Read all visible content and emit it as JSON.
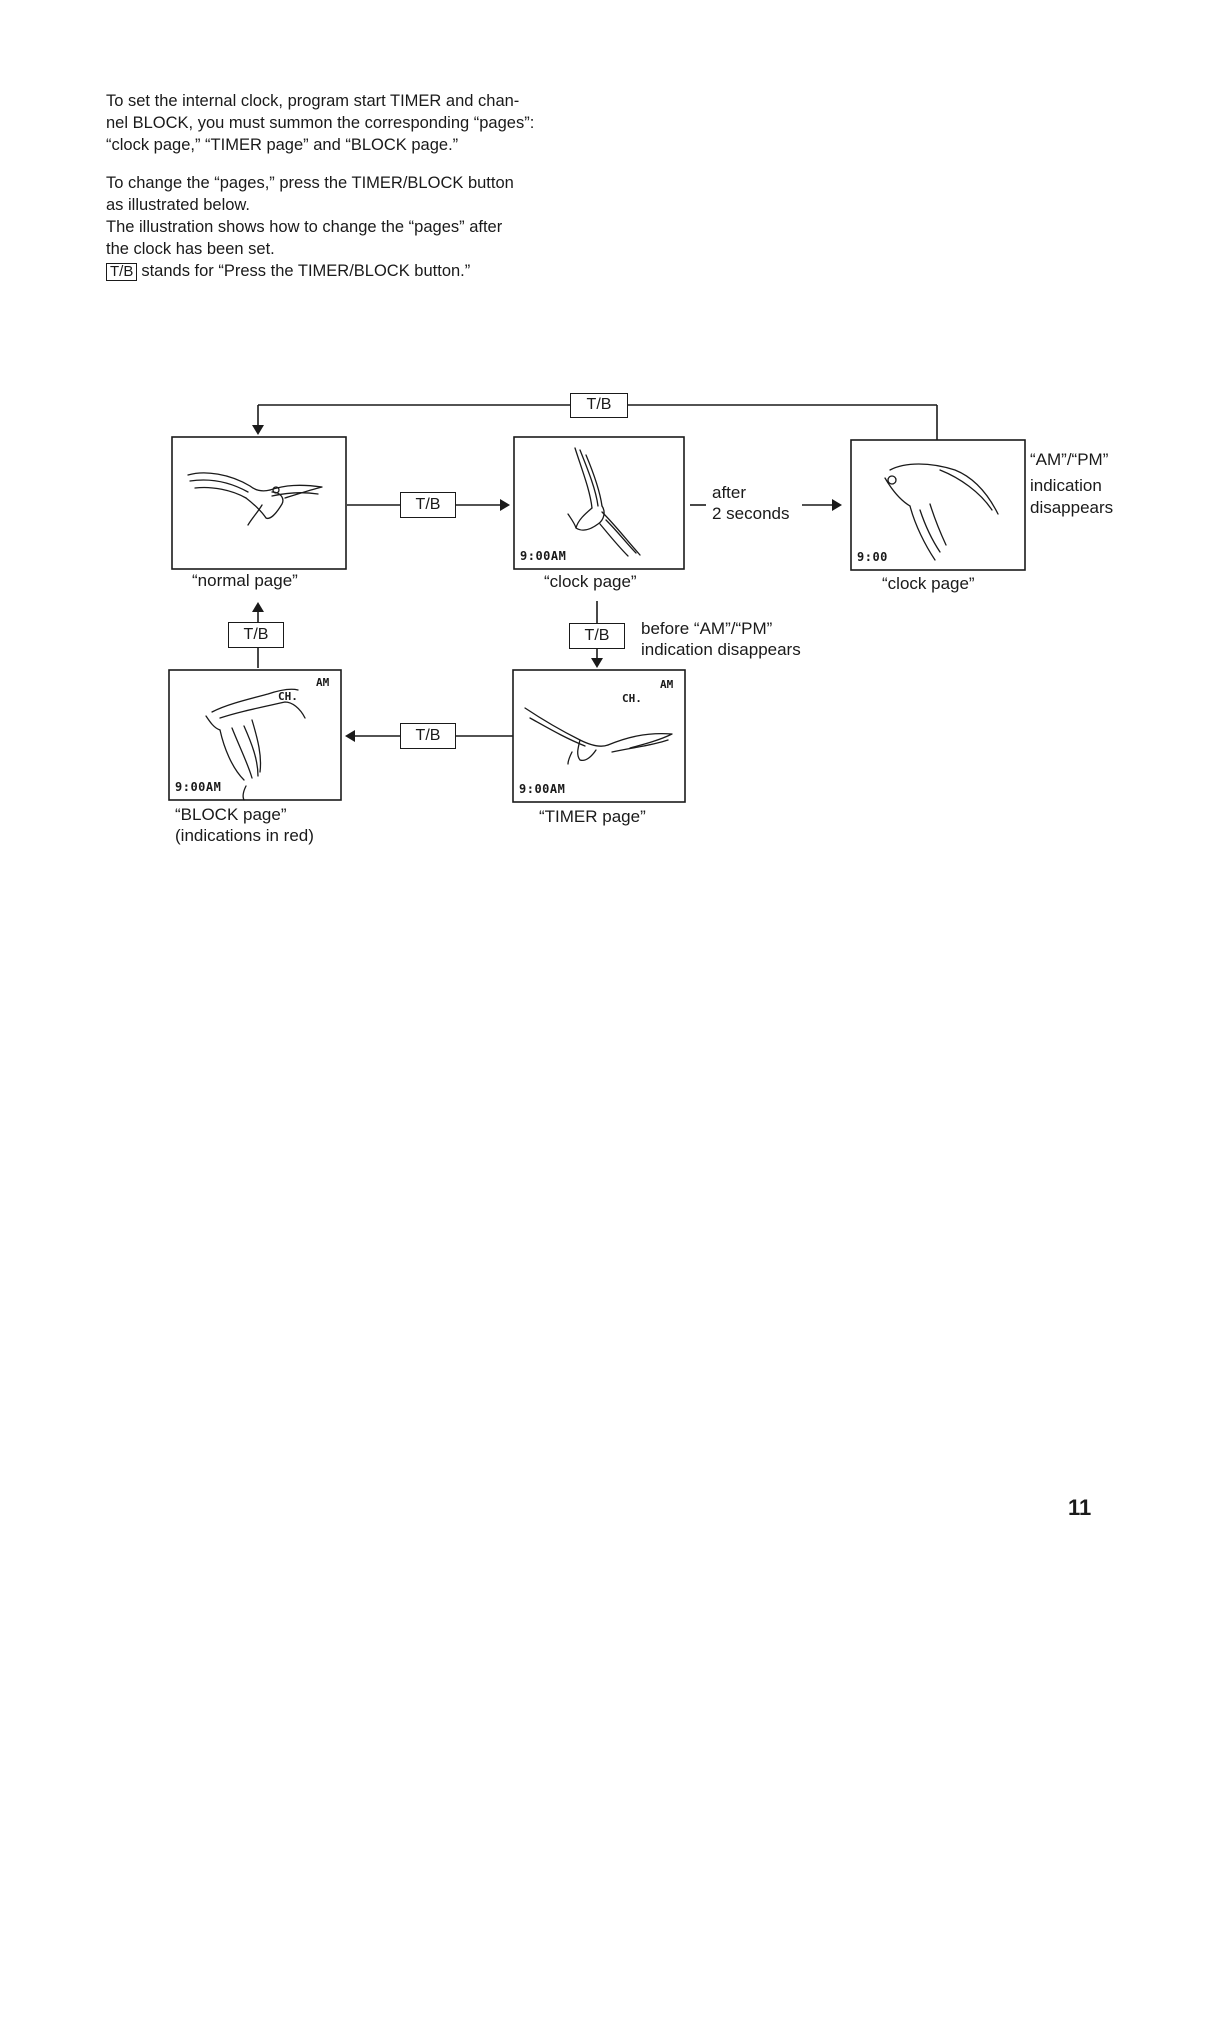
{
  "intro": {
    "para1_lines": [
      "To set the internal clock, program start TIMER and chan-",
      "nel BLOCK, you must summon the corresponding “pages”:",
      "“clock page,” “TIMER page” and “BLOCK page.”"
    ],
    "para2_lines": [
      "To change the “pages,” press the TIMER/BLOCK button",
      "as illustrated below.",
      "The illustration shows how to change the “pages” after",
      "the clock has been set."
    ],
    "key_legend": {
      "key": "T/B",
      "text": "stands for “Press the TIMER/BLOCK button.”"
    }
  },
  "diagram": {
    "key_label": "T/B",
    "pages": {
      "normal": {
        "caption": "“normal page”"
      },
      "clock1": {
        "caption": "“clock page”",
        "time": "9:00AM"
      },
      "clock2": {
        "caption": "“clock page”",
        "time": "9:00"
      },
      "timer": {
        "caption": "“TIMER page”",
        "time": "9:00AM",
        "am": "AM",
        "ch": "CH."
      },
      "block": {
        "caption_line1": "“BLOCK page”",
        "caption_line2": "(indications in red)",
        "time": "9:00AM",
        "am": "AM",
        "ch": "CH."
      }
    },
    "notes": {
      "after_line1": "after",
      "after_line2": "2 seconds",
      "ampm_line1": "“AM”/“PM”",
      "ampm_line2": "indication",
      "ampm_line3": "disappears",
      "before_line1": "before “AM”/“PM”",
      "before_line2": "indication disappears"
    }
  },
  "page_number": "11"
}
